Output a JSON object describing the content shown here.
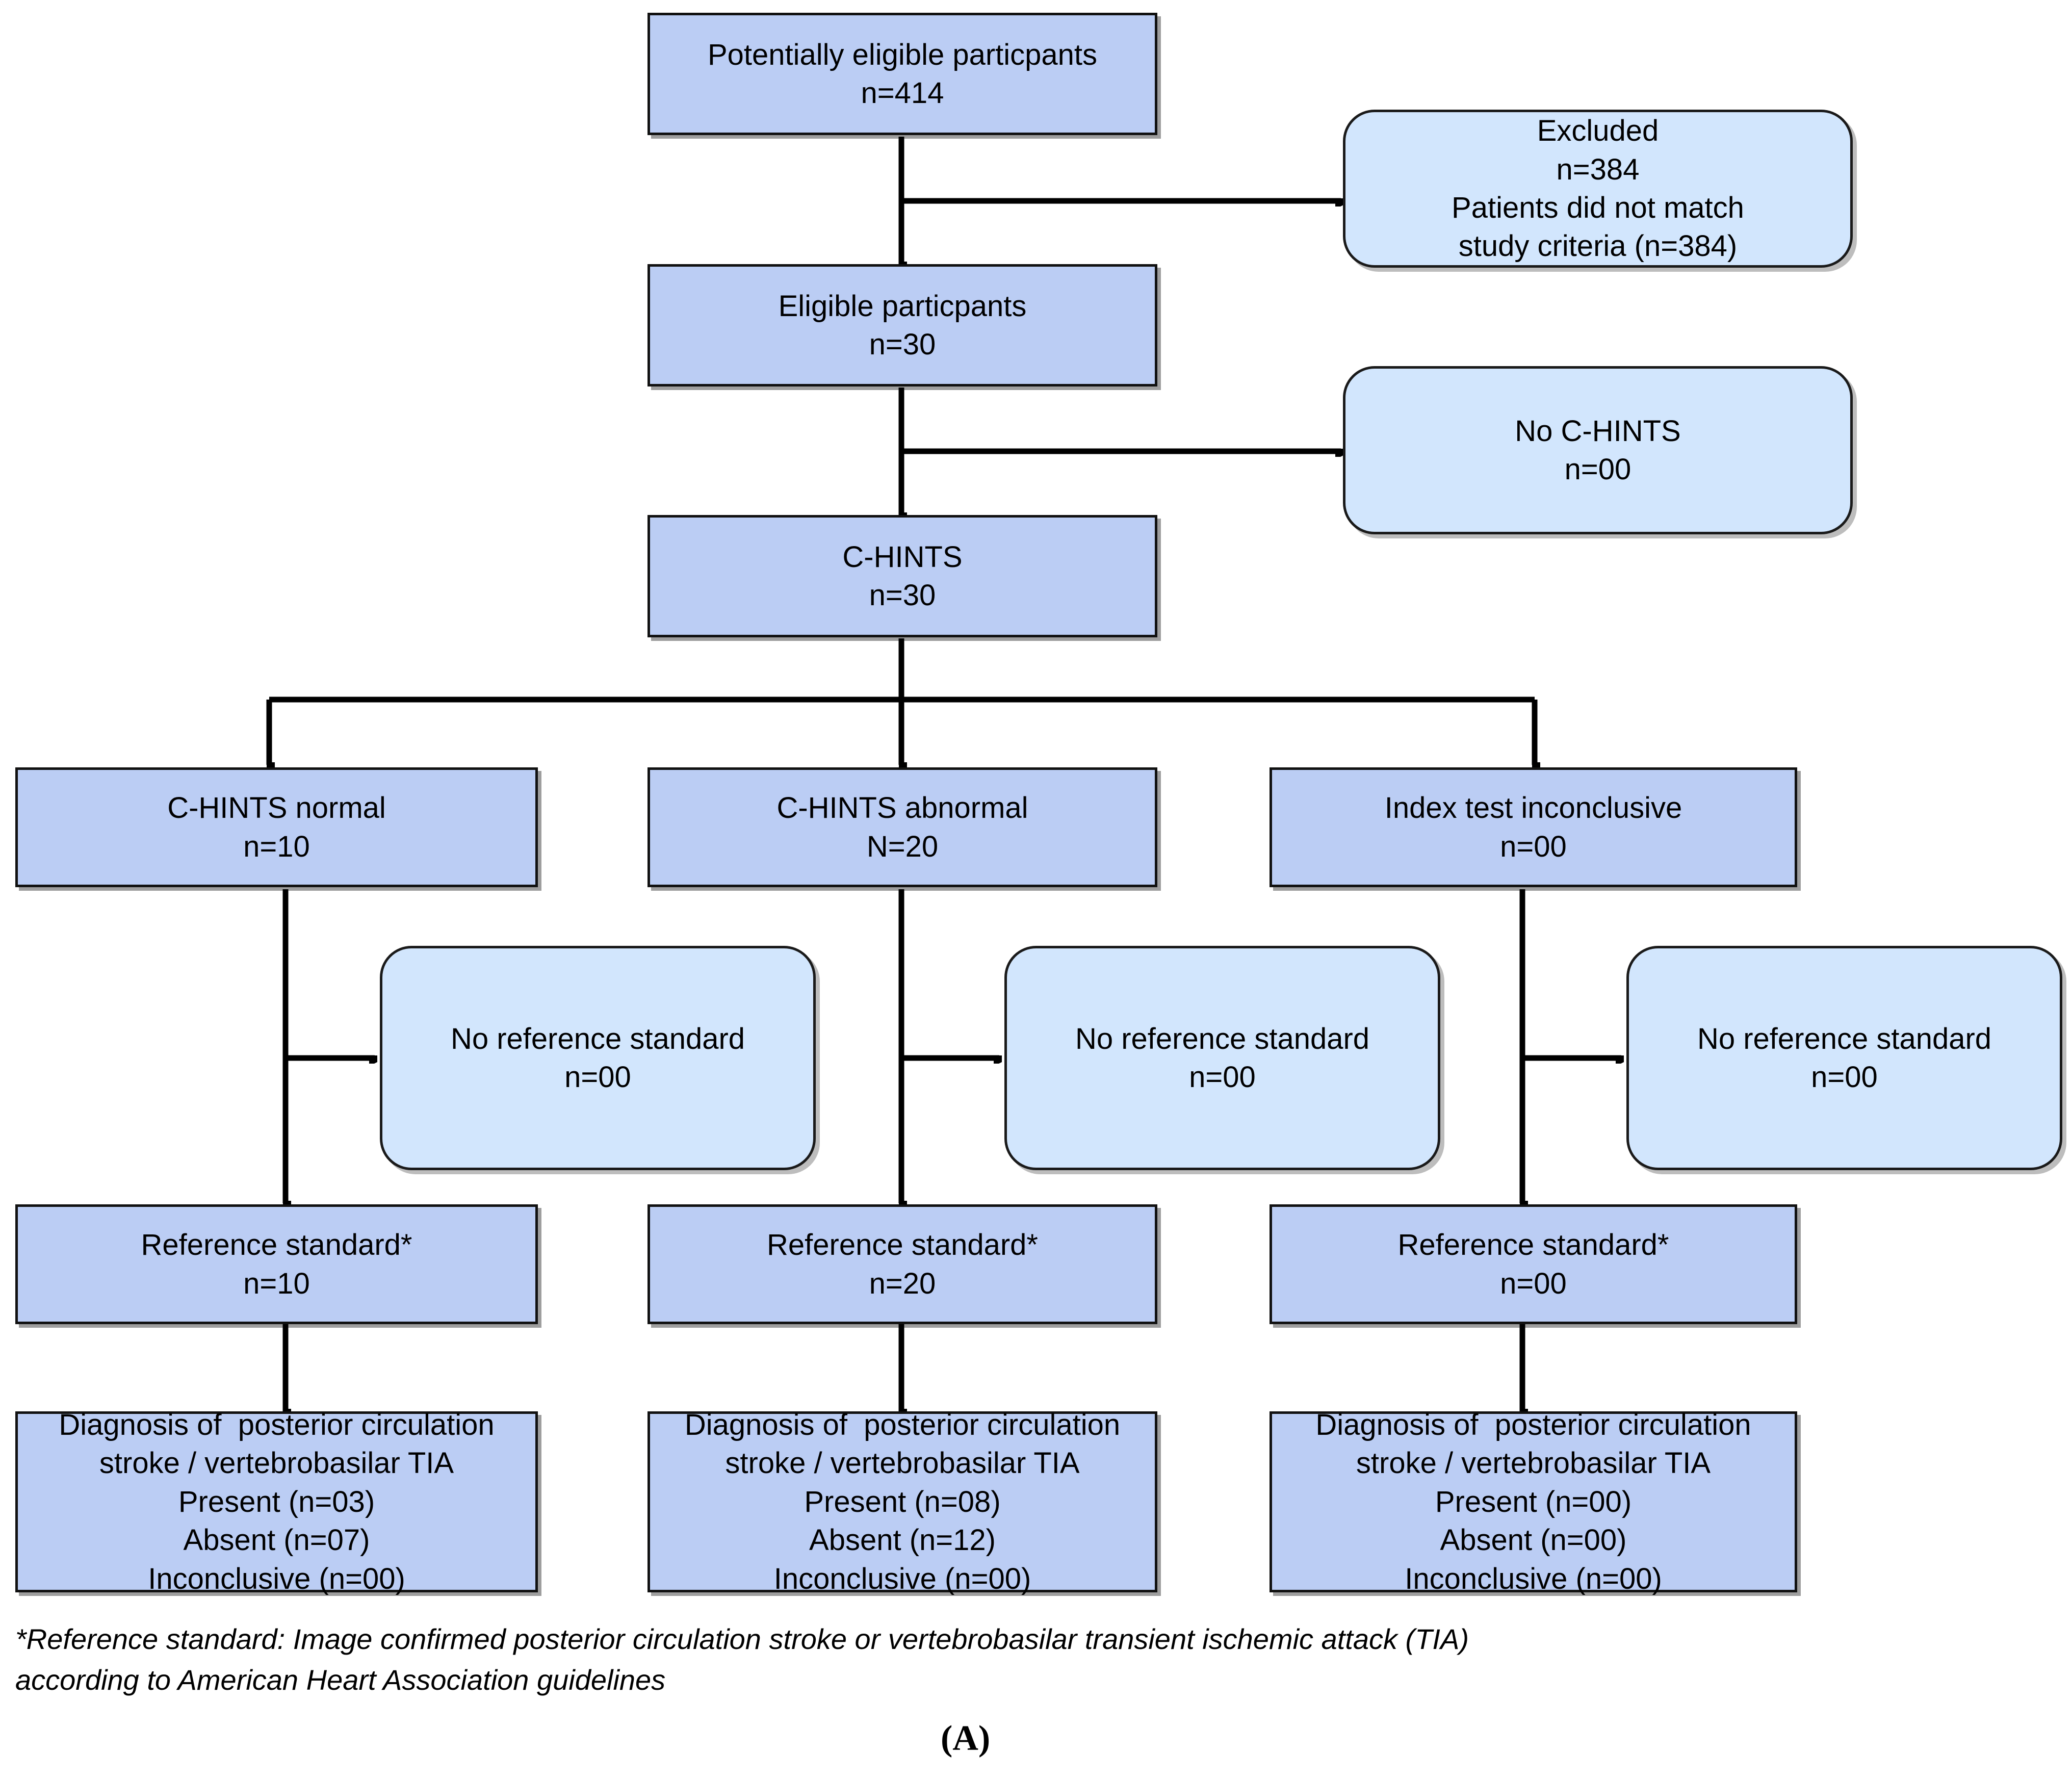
{
  "figure": {
    "panel_label": "(A)",
    "footnote": "*Reference standard: Image confirmed posterior circulation stroke or vertebrobasilar transient ischemic attack (TIA)\naccording to American Heart Association guidelines",
    "colors": {
      "primary_box_fill": "#bbcdf4",
      "side_box_fill": "#d2e6fd",
      "border": "#111111",
      "text": "#000000",
      "background": "#ffffff"
    }
  },
  "nodes": {
    "potentially_eligible": {
      "line1": "Potentially eligible particpants",
      "line2": "n=414"
    },
    "excluded": {
      "line1": "Excluded",
      "line2": "n=384",
      "line3": "Patients did not match",
      "line4": "study criteria (n=384)"
    },
    "eligible": {
      "line1": "Eligible particpants",
      "line2": "n=30"
    },
    "no_chints": {
      "line1": "No C-HINTS",
      "line2": "n=00"
    },
    "chints": {
      "line1": "C-HINTS",
      "line2": "n=30"
    },
    "chints_normal": {
      "line1": "C-HINTS normal",
      "line2": "n=10"
    },
    "chints_abnormal": {
      "line1": "C-HINTS abnormal",
      "line2": "N=20"
    },
    "index_inconclusive": {
      "line1": "Index test inconclusive",
      "line2": "n=00"
    },
    "no_ref_left": {
      "line1": "No reference standard",
      "line2": "n=00"
    },
    "no_ref_mid": {
      "line1": "No reference standard",
      "line2": "n=00"
    },
    "no_ref_right": {
      "line1": "No reference standard",
      "line2": "n=00"
    },
    "ref_left": {
      "line1": "Reference standard*",
      "line2": "n=10"
    },
    "ref_mid": {
      "line1": "Reference standard*",
      "line2": "n=20"
    },
    "ref_right": {
      "line1": "Reference standard*",
      "line2": "n=00"
    },
    "diag_left": {
      "line1": "Diagnosis of  posterior circulation",
      "line2": "stroke / vertebrobasilar TIA",
      "line3": "Present (n=03)",
      "line4": "Absent (n=07)",
      "line5": "Inconclusive (n=00)"
    },
    "diag_mid": {
      "line1": "Diagnosis of  posterior circulation",
      "line2": "stroke / vertebrobasilar TIA",
      "line3": "Present (n=08)",
      "line4": "Absent (n=12)",
      "line5": "Inconclusive (n=00)"
    },
    "diag_right": {
      "line1": "Diagnosis of  posterior circulation",
      "line2": "stroke / vertebrobasilar TIA",
      "line3": "Present (n=00)",
      "line4": "Absent (n=00)",
      "line5": "Inconclusive (n=00)"
    }
  }
}
